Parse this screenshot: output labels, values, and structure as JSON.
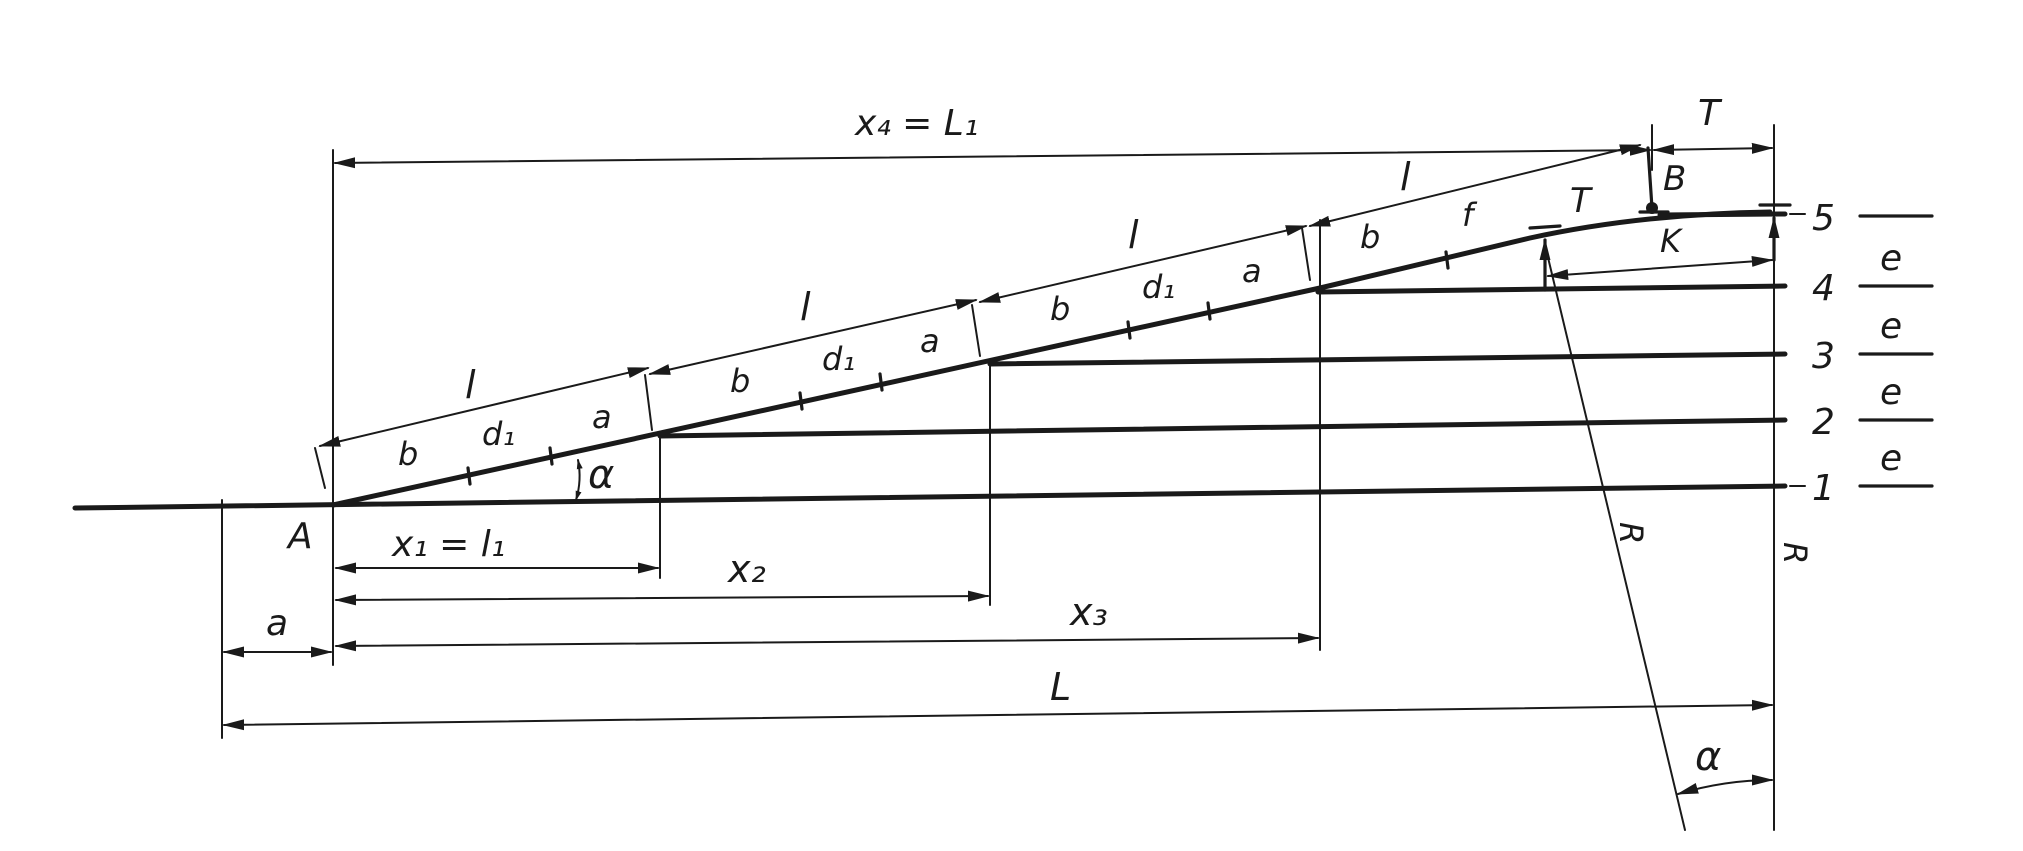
{
  "labels": {
    "x4_eq_L1": "x₄ = L₁",
    "T_top": "T",
    "B": "B",
    "T_mid": "T",
    "K": "K",
    "l1": "l",
    "l2": "l",
    "l3": "l",
    "l4": "l",
    "b1": "b",
    "d1_1": "d₁",
    "a1": "a",
    "b2": "b",
    "d1_2": "d₁",
    "a2": "a",
    "b3": "b",
    "d1_3": "d₁",
    "a3": "a",
    "b4": "b",
    "f4": "f",
    "alpha_left": "α",
    "alpha_right": "α",
    "A": "A",
    "x1_eq_l1": "x₁ = l₁",
    "x2": "x₂",
    "x3": "x₃",
    "a_dim": "a",
    "L": "L",
    "R1": "R",
    "R2": "R"
  },
  "track_numbers": [
    "1",
    "2",
    "3",
    "4",
    "5"
  ],
  "spacing_labels": [
    "e",
    "e",
    "e",
    "e"
  ]
}
